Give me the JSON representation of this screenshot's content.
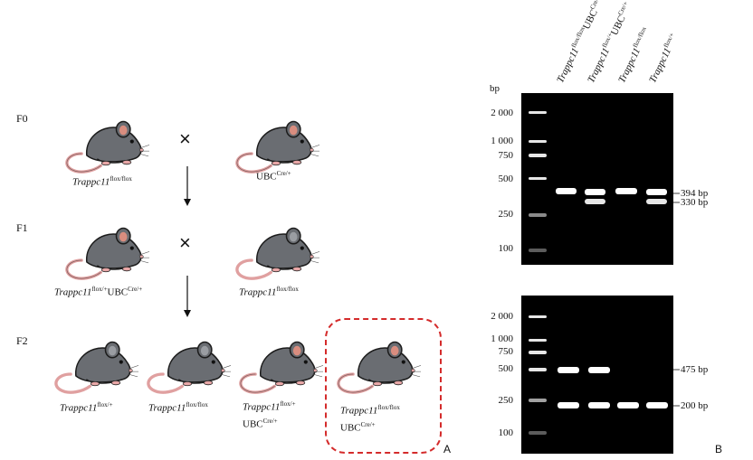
{
  "panel_a": {
    "letter": "A",
    "generations": [
      "F0",
      "F1",
      "F2"
    ],
    "cross_symbol": "×",
    "f0": {
      "left": {
        "gene": "Trappc11",
        "sup": "flox/flox",
        "ubc": "",
        "ubc_sup": ""
      },
      "right": {
        "gene": "",
        "sup": "",
        "ubc": "UBC",
        "ubc_sup": "Cre/+"
      }
    },
    "f1": {
      "left": {
        "gene": "Trappc11",
        "sup": "flox/+",
        "ubc": "UBC",
        "ubc_sup": "Cre/+"
      },
      "right": {
        "gene": "Trappc11",
        "sup": "flox/flox",
        "ubc": "",
        "ubc_sup": ""
      }
    },
    "f2": [
      {
        "gene": "Trappc11",
        "sup": "flox/+",
        "ubc": "",
        "ubc_sup": ""
      },
      {
        "gene": "Trappc11",
        "sup": "flox/flox",
        "ubc": "",
        "ubc_sup": ""
      },
      {
        "gene": "Trappc11",
        "sup": "flox/+",
        "ubc": "UBC",
        "ubc_sup": "Cre/+"
      },
      {
        "gene": "Trappc11",
        "sup": "flox/flox",
        "ubc": "UBC",
        "ubc_sup": "Cre/+"
      }
    ],
    "highlight_color": "#d42b2b"
  },
  "panel_b": {
    "letter": "B",
    "unit": "bp",
    "lanes": [
      {
        "gene": "Trappc11",
        "sup": "flox/flox",
        "ubc": "UBC",
        "ubc_sup": "Cre/+"
      },
      {
        "gene": "Trappc11",
        "sup": "flox/+",
        "ubc": "UBC",
        "ubc_sup": "Cre/+"
      },
      {
        "gene": "Trappc11",
        "sup": "flox/flox",
        "ubc": "",
        "ubc_sup": ""
      },
      {
        "gene": "Trappc11",
        "sup": "flox/+",
        "ubc": "",
        "ubc_sup": ""
      }
    ],
    "ladder": [
      "2 000",
      "1 000",
      "750",
      "500",
      "250",
      "100"
    ],
    "top_gel": {
      "band_labels": [
        "394 bp",
        "330 bp"
      ],
      "bands": [
        {
          "lane": 1,
          "size": "394 bp"
        },
        {
          "lane": 2,
          "size": "394 bp"
        },
        {
          "lane": 2,
          "size": "330 bp"
        },
        {
          "lane": 3,
          "size": "394 bp"
        },
        {
          "lane": 4,
          "size": "394 bp"
        },
        {
          "lane": 4,
          "size": "330 bp"
        }
      ]
    },
    "bottom_gel": {
      "band_labels": [
        "475 bp",
        "200 bp"
      ],
      "bands": [
        {
          "lane": 1,
          "size": "475 bp"
        },
        {
          "lane": 1,
          "size": "200 bp"
        },
        {
          "lane": 2,
          "size": "475 bp"
        },
        {
          "lane": 2,
          "size": "200 bp"
        },
        {
          "lane": 3,
          "size": "200 bp"
        },
        {
          "lane": 4,
          "size": "200 bp"
        }
      ]
    }
  }
}
